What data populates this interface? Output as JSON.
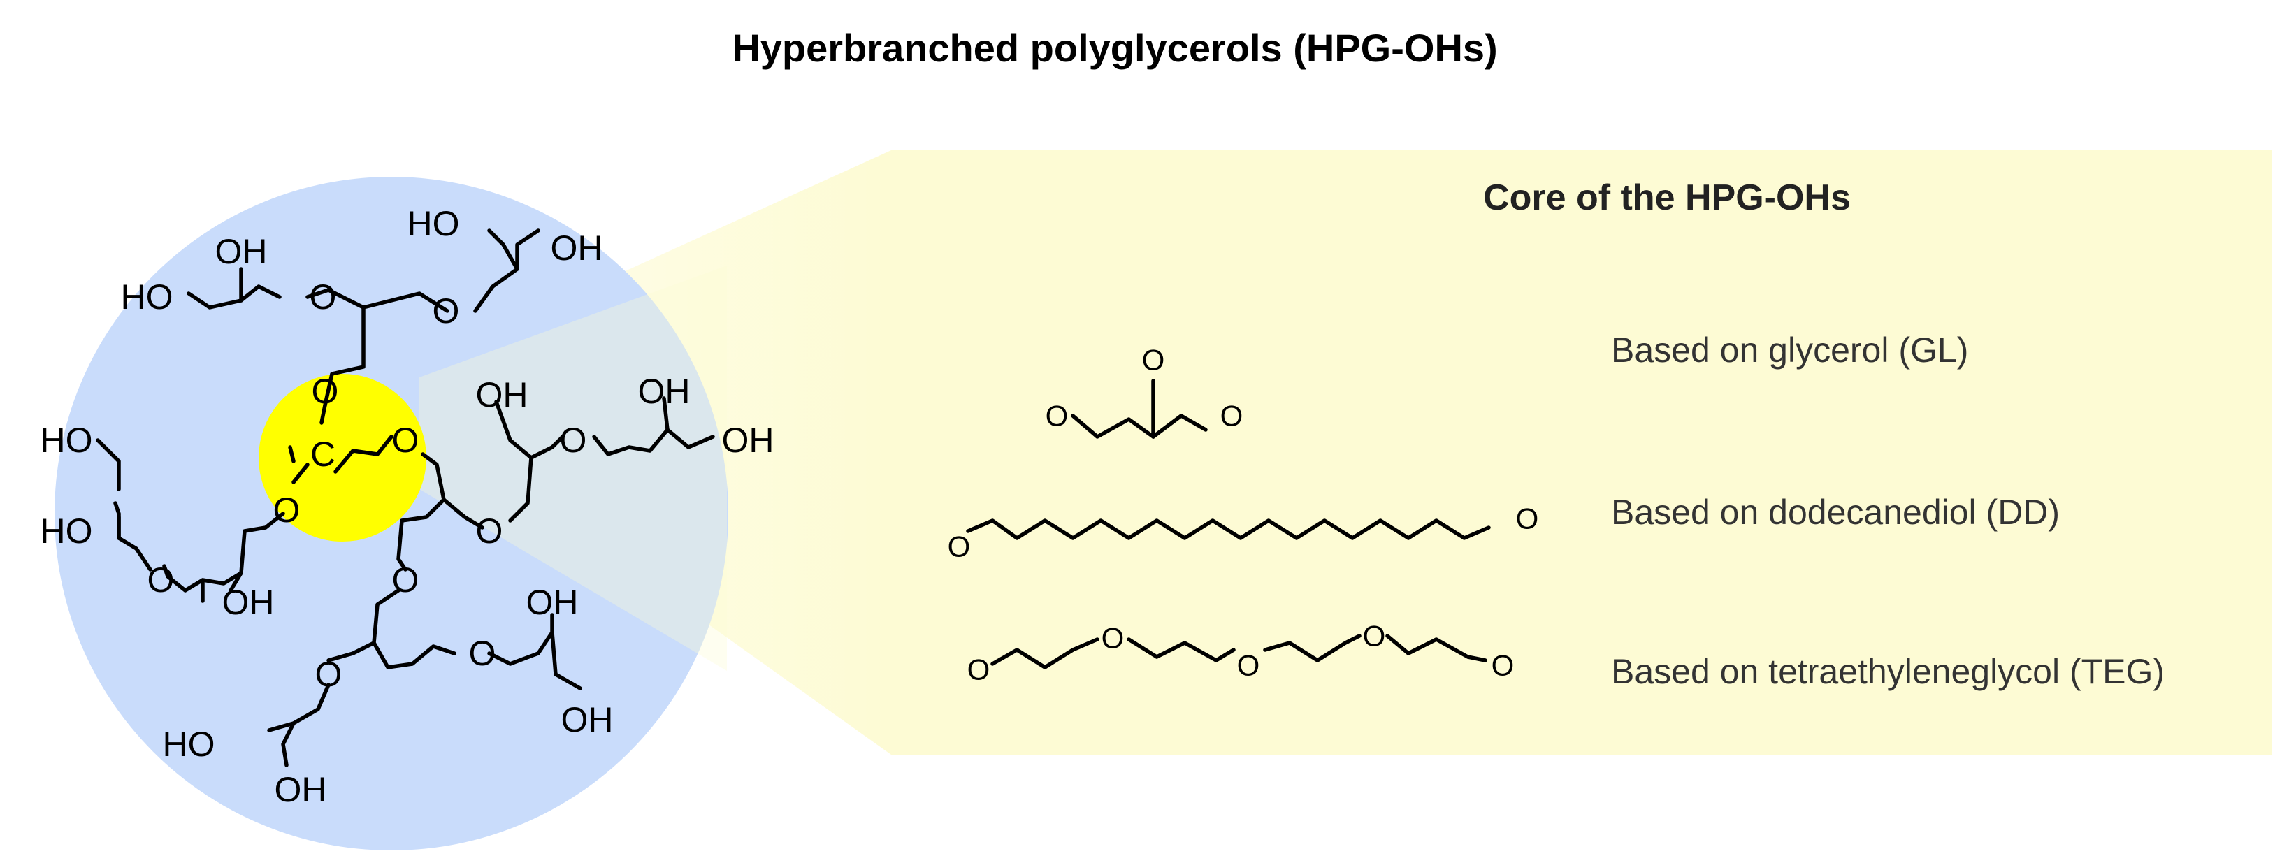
{
  "title": "Hyperbranched polyglycerols (HPG-OHs)",
  "panel": {
    "heading": "Core of the HPG-OHs",
    "items": [
      {
        "label": "Based on glycerol (GL)"
      },
      {
        "label": "Based on dodecanediol (DD)"
      },
      {
        "label": "Based on tetraethyleneglycol (TEG)"
      }
    ]
  },
  "atoms": {
    "oh": "OH",
    "ho": "HO",
    "o": "O",
    "c": "C"
  },
  "colors": {
    "circle": "#c9dcfb",
    "core": "#ffff00",
    "panel": "#fdfbd4",
    "text": "#000000"
  }
}
